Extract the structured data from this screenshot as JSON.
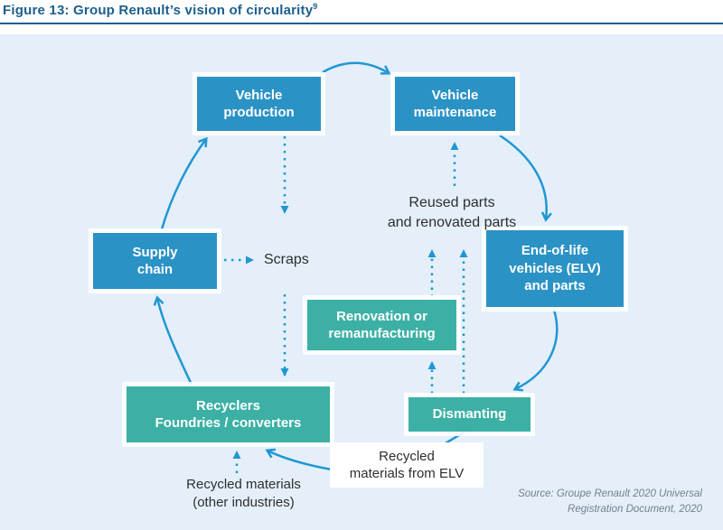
{
  "header": {
    "title": "Figure 13: Group Renault’s vision of circularity",
    "title_sup": "9"
  },
  "diagram": {
    "boxes": {
      "vehicle_production": "Vehicle\nproduction",
      "vehicle_maintenance": "Vehicle\nmaintenance",
      "supply_chain": "Supply\nchain",
      "elv": "End-of-life\nvehicles (ELV)\nand parts",
      "renovation": "Renovation or\nremanufacturing",
      "recyclers": "Recyclers\nFoundries / converters",
      "dismanting": "Dismanting",
      "recycled_elv": "Recycled\nmaterials from ELV"
    },
    "labels": {
      "scraps": "Scraps",
      "reused_parts": "Reused parts\nand renovated parts",
      "recycled_other": "Recycled materials\n(other industries)"
    },
    "source": "Source: Groupe Renault 2020 Universal\nRegistration Document, 2020",
    "colors": {
      "title_blue": "#1b5e8e",
      "box_blue": "#2b92c5",
      "box_teal": "#3cb0a5",
      "arrow_blue": "#2196d3",
      "panel_bg": "#e4effa",
      "text_dark": "#2e2e2e",
      "source_gray": "#73808d"
    }
  }
}
